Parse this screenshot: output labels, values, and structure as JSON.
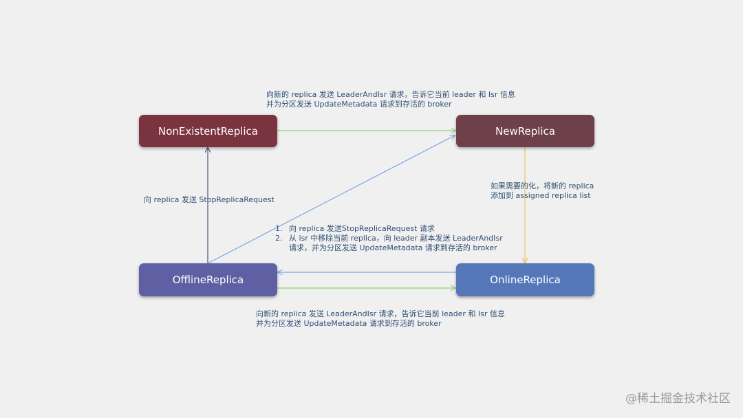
{
  "colors": {
    "background": "#f0f0f0",
    "node_nonexistent": "#7a3440",
    "node_new": "#6e4049",
    "node_offline": "#5f60a3",
    "node_online": "#5577b8",
    "edge_green": "#8fcf78",
    "edge_blue": "#7aa8e0",
    "edge_dark": "#4a5670",
    "edge_orange": "#f0c060",
    "label_text": "#2f4f74"
  },
  "nodes": {
    "nonexistent": "NonExistentReplica",
    "new": "NewReplica",
    "offline": "OfflineReplica",
    "online": "OnlineReplica"
  },
  "edges": {
    "nonexistent_to_new": {
      "line1": "向新的 replica 发送 LeaderAndIsr 请求，告诉它当前 leader 和 Isr 信息",
      "line2": "并为分区发送 UpdateMetadata 请求到存活的 broker"
    },
    "offline_to_nonexistent": {
      "text": "向 replica 发送 StopReplicaRequest"
    },
    "new_to_online": {
      "line1": "如果需要的化，将新的 replica",
      "line2": "添加到 assigned replica list"
    },
    "online_to_offline": {
      "item1_num": "1.",
      "item1": "向 replica 发送StopReplicaRequest 请求",
      "item2_num": "2.",
      "item2": "从 isr 中移除当前 replica，向 leader 副本发送 LeaderAndIsr",
      "item2_cont": "请求，并为分区发送 UpdateMetadata 请求到存活的 broker"
    },
    "offline_to_online": {
      "line1": "向新的 replica 发送 LeaderAndIsr 请求，告诉它当前 leader 和 Isr 信息",
      "line2": "并为分区发送 UpdateMetadata 请求到存活的 broker"
    }
  },
  "watermark": "@稀土掘金技术社区"
}
